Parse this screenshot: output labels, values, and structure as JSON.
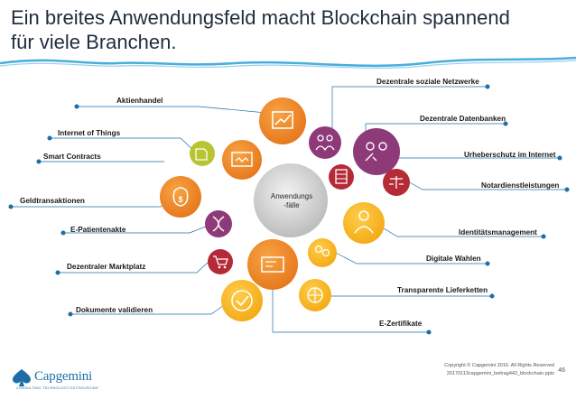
{
  "title": {
    "line1": "Ein breites Anwendungsfeld macht Blockchain spannend",
    "line2": "für viele Branchen."
  },
  "center": {
    "line1": "Anwendungs",
    "line2": "-fälle"
  },
  "left_labels": {
    "aktienhandel": "Aktienhandel",
    "internet_of_things": "Internet of Things",
    "smart_contracts": "Smart Contracts",
    "geldtransaktionen": "Geldtransaktionen",
    "e_patientenakte": "E-Patientenakte",
    "dezentraler_marktplatz": "Dezentraler Marktplatz",
    "dokumente_validieren": "Dokumente validieren"
  },
  "right_labels": {
    "dezentrale_soziale_netzwerke": "Dezentrale soziale Netzwerke",
    "dezentrale_datenbanken": "Dezentrale Datenbanken",
    "urheberschutz": "Urheberschutz im Internet",
    "notardienstleistungen": "Notardienstleistungen",
    "identitaetsmanagement": "Identitätsmanagement",
    "digitale_wahlen": "Digitale Wahlen",
    "transparente_lieferketten": "Transparente Lieferketten",
    "e_zertifikate": "E-Zertifikate"
  },
  "colors": {
    "orange": "#f08a1c",
    "orange_dark": "#e8761a",
    "lime": "#b8c430",
    "purple": "#8e3a78",
    "red": "#b52a37",
    "yellow": "#f6b41a",
    "line": "#1d6ea8",
    "center": "#c9c9c9",
    "wave": "#2a9fd6"
  },
  "footer": {
    "copyright": "Copyright © Capgemini 2016. All Rights Reserved",
    "file": "20170113capgemini_beitrag442_blockchain.pptx",
    "page": "46"
  },
  "logo": {
    "name": "Capgemini",
    "tagline": "CONSULTING.TECHNOLOGY.OUTSOURCING"
  }
}
